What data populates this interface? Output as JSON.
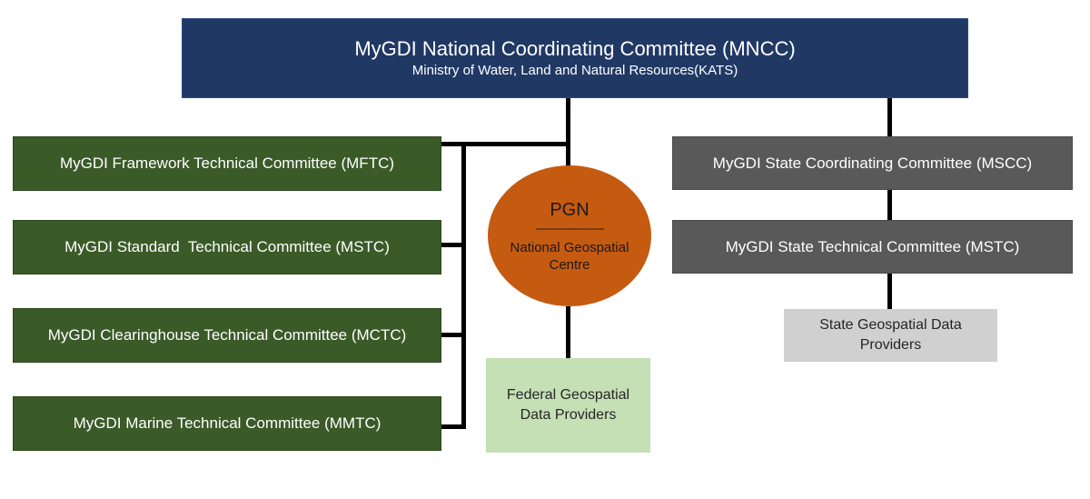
{
  "mncc": {
    "title": "MyGDI National Coordinating Committee (MNCC)",
    "subtitle": "Ministry of Water, Land and Natural Resources(KATS)"
  },
  "technical_committees": [
    {
      "label": "MyGDI Framework Technical Committee (MFTC)"
    },
    {
      "label": "MyGDI Standard  Technical Committee (MSTC)"
    },
    {
      "label": "MyGDI Clearinghouse Technical Committee (MCTC)"
    },
    {
      "label": "MyGDI Marine Technical Committee (MMTC)"
    }
  ],
  "pgn": {
    "title": "PGN",
    "separator": "-------------------------",
    "subtitle_line1": "National Geospatial",
    "subtitle_line2": "Centre"
  },
  "federal_providers": {
    "line1": "Federal Geospatial",
    "line2": "Data Providers"
  },
  "state": {
    "coordinating": "MyGDI State Coordinating Committee (MSCC)",
    "technical": "MyGDI State Technical Committee (MSTC)",
    "providers_line1": "State Geospatial Data",
    "providers_line2": "Providers"
  },
  "colors": {
    "mncc": "#203864",
    "technical": "#3a5a28",
    "pgn": "#c55a11",
    "federal": "#c5e0b4",
    "state": "#595959",
    "state_providers": "#d0d0d0"
  }
}
